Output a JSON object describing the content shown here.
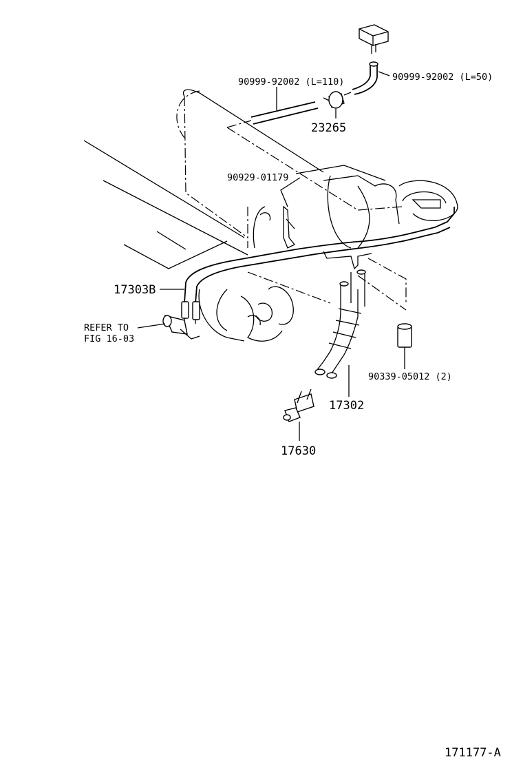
{
  "callouts": {
    "hose_long": "90999-92002 (L=110)",
    "hose_short": "90999-92002 (L=50)",
    "valve": "23265",
    "clamp": "90929-01179",
    "pipe": "17303B",
    "refer_line1": "REFER TO",
    "refer_line2": "FIG 16-03",
    "hose_assembly": "17302",
    "cap": "90339-05012 (2)",
    "sensor": "17630"
  },
  "figure_code": "171177-A"
}
